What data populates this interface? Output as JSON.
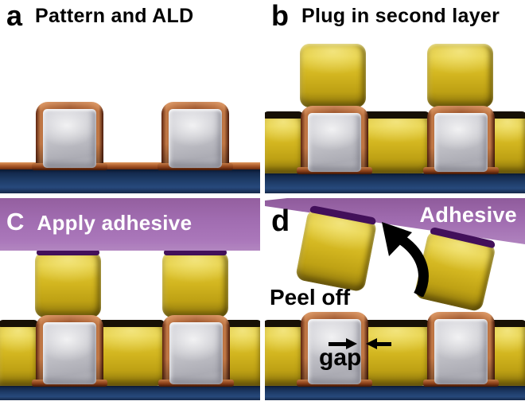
{
  "figure": {
    "background": "#ffffff",
    "panels": {
      "a": {
        "label": "a",
        "title": "Pattern and ALD"
      },
      "b": {
        "label": "b",
        "title": "Plug in second layer"
      },
      "c": {
        "label": "C",
        "title": "Apply adhesive"
      },
      "d": {
        "label": "d",
        "adhesive_label": "Adhesive",
        "peel_label": "Peel off",
        "gap_label": "gap"
      }
    },
    "colors": {
      "gold_plug": "#d2b51f",
      "silver_pattern": "#c6c6cc",
      "copper_ald_coating": "#9c5226",
      "substrate_blue": "#1e3c68",
      "adhesive_purple": "#a06cb0",
      "adhesive_contact_dark": "#42105a",
      "label_text_dark": "#000000",
      "label_text_light": "#ffffff"
    }
  }
}
